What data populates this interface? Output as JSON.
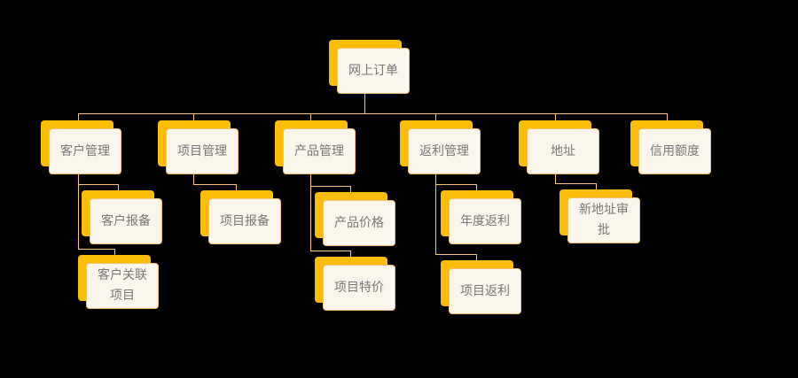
{
  "root": "网上订单",
  "level1": [
    "客户管理",
    "项目管理",
    "产品管理",
    "返利管理",
    "地址",
    "信用额度"
  ],
  "children": {
    "kehu": [
      "客户报备",
      "客户关联项目"
    ],
    "xiangmu": [
      "项目报备"
    ],
    "chanpin": [
      "产品价格",
      "项目特价"
    ],
    "fanli": [
      "年度返利",
      "项目返利"
    ],
    "dizhi": [
      "新地址审批"
    ]
  },
  "colors": {
    "back": "#fbbd08",
    "front": "#fbf6ec",
    "line": "#f5c77e"
  }
}
